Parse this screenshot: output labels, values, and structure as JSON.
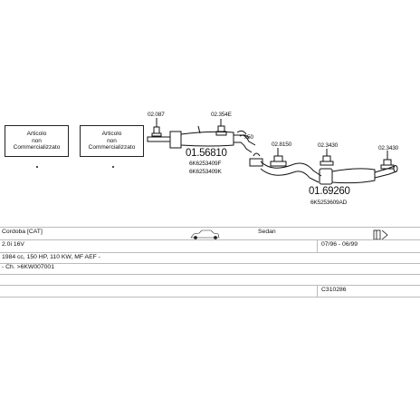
{
  "not_marketed_boxes": [
    {
      "line1": "Articolo",
      "line2": "non",
      "line3": "Commercializzato"
    },
    {
      "line1": "Articolo",
      "line2": "non",
      "line3": "Commercializzato"
    }
  ],
  "parts": {
    "code_left_clamp": "02.087",
    "code_mid_clamp": "02.354E",
    "code_x50": "x50",
    "main_front_number": "01.56810",
    "main_front_sub1": "6K6253409F",
    "main_front_sub2": "6K6253409K",
    "code_rear_clamp_a": "02.8150",
    "code_rear_clamp_b": "02.3430",
    "code_rear_clamp_c": "02.3430",
    "main_rear_number": "01.69260",
    "main_rear_sub": "6K5253609AD"
  },
  "info": {
    "model": "Cordoba [CAT]",
    "body_type": "Sedan",
    "engine": "2.0i 16V",
    "period": "07/96 - 06/99",
    "specs": "1984 cc, 150 HP, 110 KW, MF AEF -",
    "chassis": "- Ch. >6KW007001",
    "catalogue_code": "C310286"
  }
}
